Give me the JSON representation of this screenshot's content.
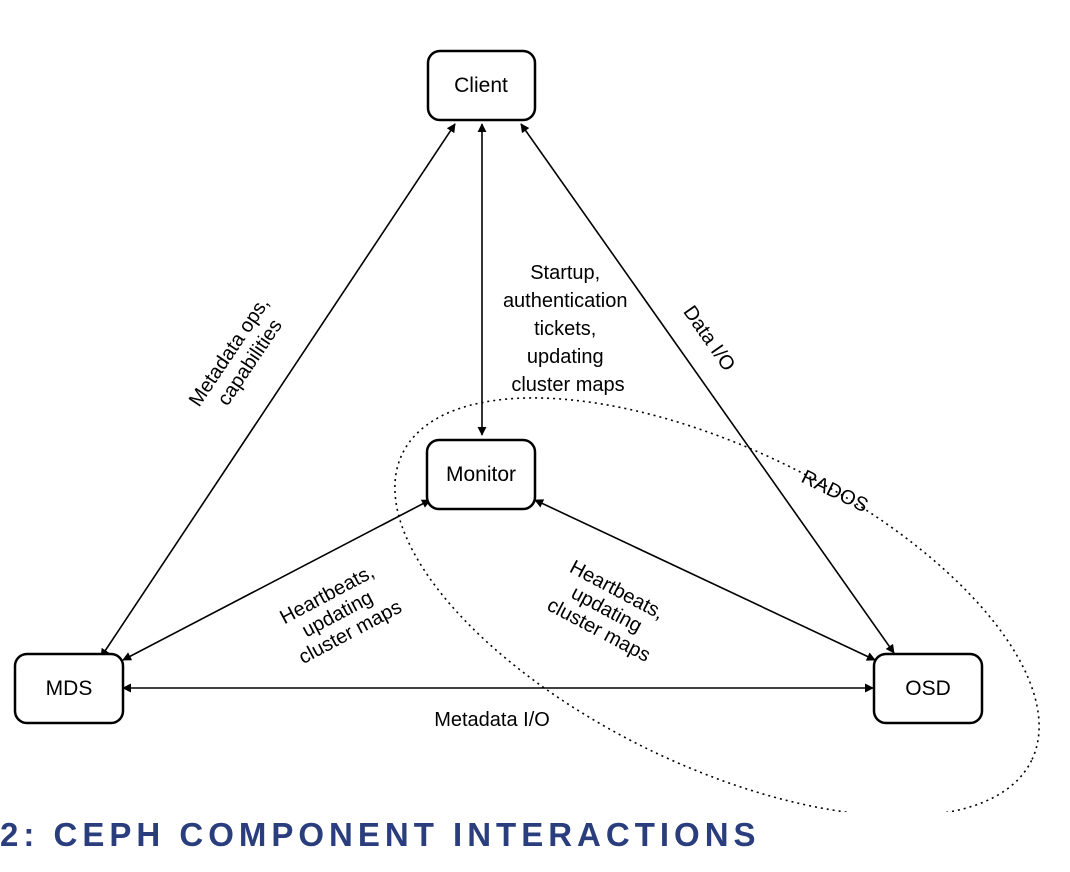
{
  "colors": {
    "caption": "#2a3d7c",
    "line": "#000000",
    "node_fill": "#ffffff"
  },
  "nodes": {
    "client": "Client",
    "monitor": "Monitor",
    "mds": "MDS",
    "osd": "OSD"
  },
  "edges": {
    "client_mds": [
      "Metadata ops,",
      "capabilities"
    ],
    "client_monitor": [
      "Startup,",
      "authentication",
      "tickets,",
      "updating",
      "cluster maps"
    ],
    "client_osd": [
      "Data I/O"
    ],
    "monitor_mds": [
      "Heartbeats,",
      "updating",
      "cluster maps"
    ],
    "monitor_osd": [
      "Heartbeats,",
      "updating",
      "cluster maps"
    ],
    "mds_osd": [
      "Metadata I/O"
    ]
  },
  "group": {
    "label": "RADOS"
  },
  "caption": "2: CEPH COMPONENT INTERACTIONS"
}
